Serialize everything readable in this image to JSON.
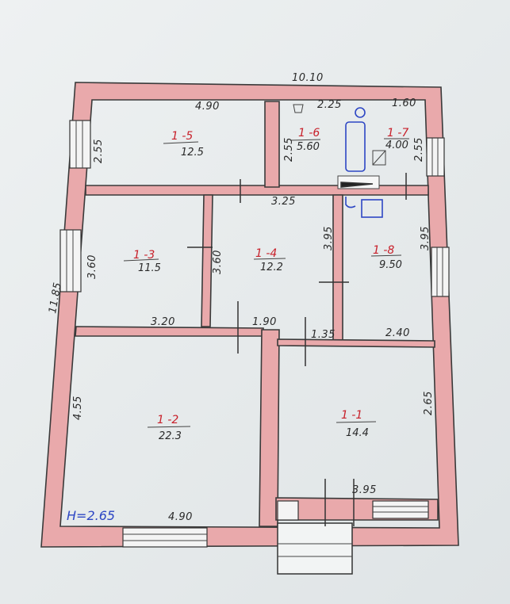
{
  "rooms": {
    "r1_5": {
      "id": "1 -5",
      "area": "12.5"
    },
    "r1_6": {
      "id": "1 -6",
      "area": "5.60"
    },
    "r1_7": {
      "id": "1 -7",
      "area": "4.00"
    },
    "r1_3": {
      "id": "1 -3",
      "area": "11.5"
    },
    "r1_4": {
      "id": "1 -4",
      "area": "12.2"
    },
    "r1_8": {
      "id": "1 -8",
      "area": "9.50"
    },
    "r1_2": {
      "id": "1 -2",
      "area": "22.3"
    },
    "r1_1": {
      "id": "1 -1",
      "area": "14.4"
    }
  },
  "dimensions": {
    "overall_width": "10.10",
    "overall_height": "11.85",
    "r1_5_width": "4.90",
    "r1_5_height": "2.55",
    "r1_6_width": "2.25",
    "r1_6_height": "2.55",
    "r1_7_width": "1.60",
    "r1_7_height": "2.55",
    "hall_upper": "3.25",
    "r1_3_height": "3.60",
    "r1_3_width": "3.20",
    "r1_4_height_left": "3.60",
    "r1_4_height_right": "3.95",
    "r1_4_width": "1.90",
    "r1_8_height": "3.95",
    "hall_lower": "1.35",
    "r1_8_width": "2.40",
    "r1_2_height": "4.55",
    "r1_2_width": "4.90",
    "r1_1_height": "2.65",
    "r1_1_width": "3.95"
  },
  "note": "H=2.65",
  "colors": {
    "wall_fill": "#e9a9ab",
    "room_id": "#c8202a",
    "annotation_blue": "#2d46c4"
  }
}
